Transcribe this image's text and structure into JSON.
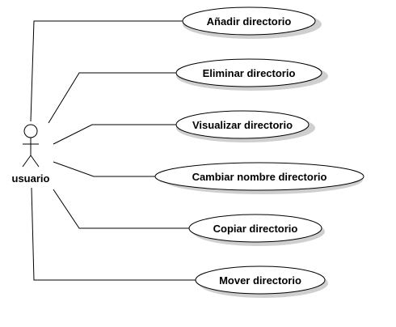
{
  "diagram": {
    "actor": {
      "label": "usuario"
    },
    "use_cases": [
      {
        "label": "Añadir directorio"
      },
      {
        "label": "Eliminar directorio"
      },
      {
        "label": "Visualizar directorio"
      },
      {
        "label": "Cambiar nombre directorio"
      },
      {
        "label": "Copiar directorio"
      },
      {
        "label": "Mover directorio"
      }
    ],
    "colors": {
      "line": "#000000",
      "ellipse_fill": "#ffffff",
      "shadow": "#cfcfcf",
      "text": "#000000"
    }
  }
}
